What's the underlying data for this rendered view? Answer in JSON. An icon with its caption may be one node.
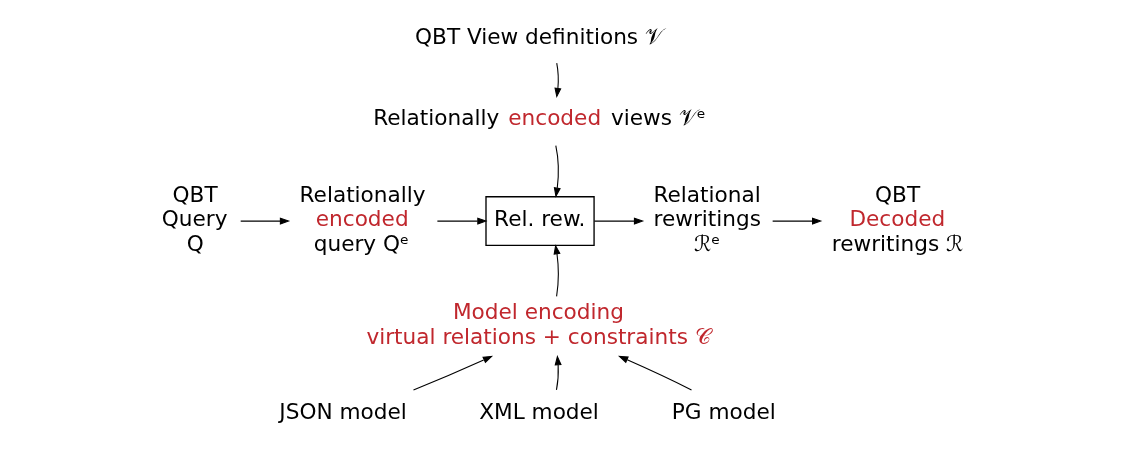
{
  "diagram": {
    "nodes": [
      {
        "text": [
          "QBT View definitions 𝒱"
        ]
      },
      {
        "text": [
          "Relationally",
          "encoded",
          "views 𝒱ᵉ"
        ]
      },
      {
        "text": [
          "QBT Query Q"
        ]
      },
      {
        "text": [
          "Relationally",
          "encoded",
          "query Qᵉ"
        ]
      },
      {
        "text": [
          "Rel. rew."
        ]
      },
      {
        "text": [
          "Relational rewritings ℛᵉ"
        ]
      },
      {
        "text": [
          "QBT",
          "Decoded",
          "rewritings ℛ"
        ]
      },
      {
        "text": [
          "Model encoding",
          "virtual relations + constraints 𝒞"
        ]
      },
      {
        "text": [
          "JSON model"
        ]
      },
      {
        "text": [
          "XML model"
        ]
      },
      {
        "text": [
          "PG model"
        ]
      }
    ],
    "edges": [
      {
        "from": 0,
        "to": 1,
        "arrow": "to"
      },
      {
        "from": 1,
        "to": 4,
        "arrow": "to"
      },
      {
        "from": 2,
        "to": 3,
        "arrow": "to"
      },
      {
        "from": 3,
        "to": 4,
        "arrow": "to"
      },
      {
        "from": 4,
        "to": 5,
        "arrow": "to"
      },
      {
        "from": 5,
        "to": 6,
        "arrow": "to"
      },
      {
        "from": 7,
        "to": 4,
        "arrow": "to"
      },
      {
        "from": 8,
        "to": 7,
        "arrow": "to"
      },
      {
        "from": 9,
        "to": 7,
        "arrow": "to"
      },
      {
        "from": 10,
        "to": 7,
        "arrow": "to"
      }
    ]
  }
}
